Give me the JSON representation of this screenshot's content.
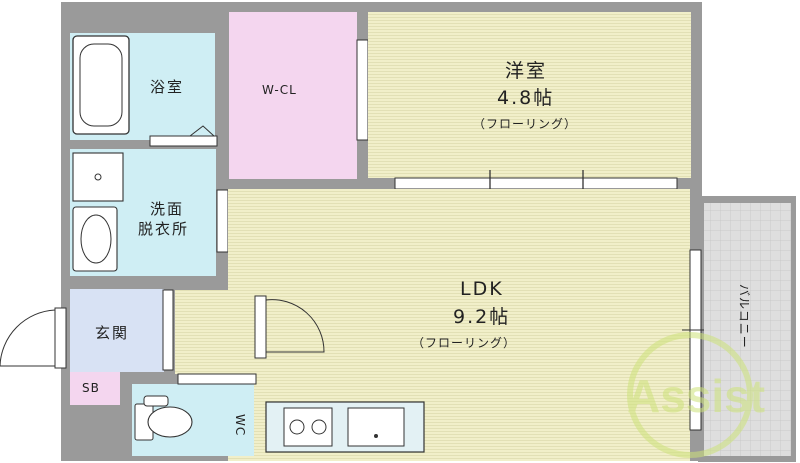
{
  "rooms": {
    "bathroom": {
      "label": "浴室"
    },
    "walk_in_closet": {
      "label": "W-CL"
    },
    "western_room": {
      "label": "洋室",
      "size": "4.8帖",
      "floor": "（フローリング）"
    },
    "washroom": {
      "label_line1": "洗面",
      "label_line2": "脱衣所"
    },
    "ldk": {
      "label": "LDK",
      "size": "9.2帖",
      "floor": "（フローリング）"
    },
    "entrance": {
      "label": "玄関"
    },
    "shoe_box": {
      "label": "SB"
    },
    "toilet": {
      "label": "WC"
    },
    "balcony": {
      "label": "バルコニー"
    }
  },
  "watermark": {
    "text": "Assist"
  },
  "colors": {
    "wall": "#9a9a9a",
    "bathroom_fill": "#cfeef4",
    "closet_fill": "#f4d6ef",
    "room_fill": "#f1efc9",
    "entrance_fill": "#d8e2f4",
    "sb_fill": "#f4d6ef",
    "balcony_fill": "#dedede",
    "kitchen_fill": "#e3f1f4",
    "watermark": "#cde27a"
  }
}
